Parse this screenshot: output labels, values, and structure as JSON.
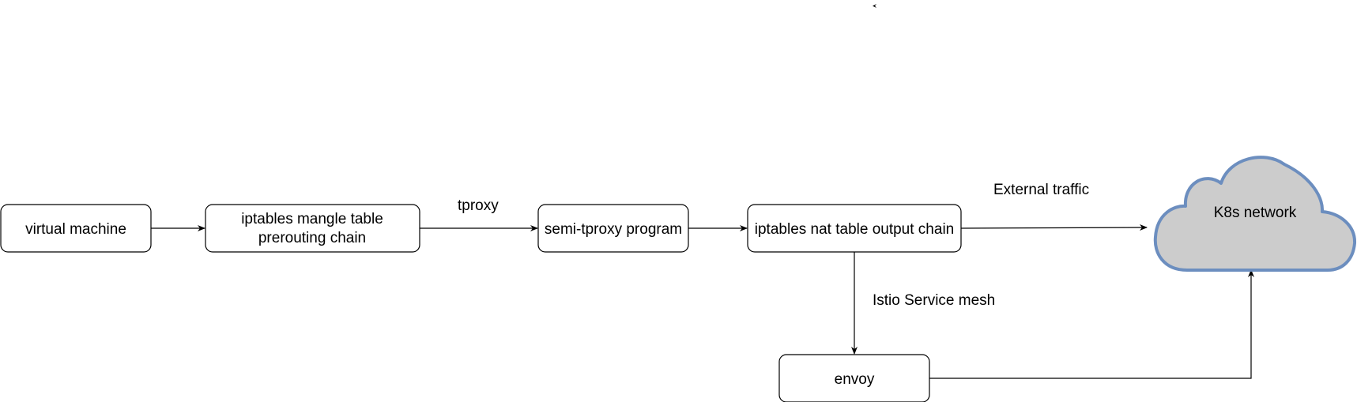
{
  "nodes": {
    "virtual_machine": "virtual machine",
    "iptables_mangle": [
      "iptables mangle table",
      "prerouting chain"
    ],
    "semi_tproxy": "semi-tproxy program",
    "iptables_nat": "iptables nat table output chain",
    "envoy": "envoy",
    "k8s_network": "K8s network"
  },
  "edge_labels": {
    "tproxy": "tproxy",
    "external_traffic": "External traffic",
    "istio_service_mesh": "Istio Service mesh"
  },
  "colors": {
    "cloud_fill": "#cccccc",
    "cloud_stroke": "#6c8ebf",
    "box_stroke": "#000000",
    "edge": "#000000"
  }
}
